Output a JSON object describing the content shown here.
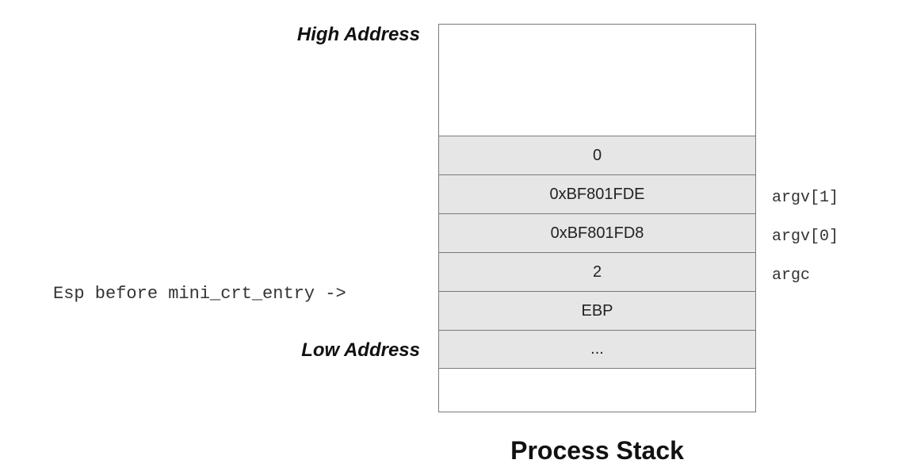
{
  "labels": {
    "high_address": "High Address",
    "low_address": "Low Address",
    "esp_pointer": "Esp before mini_crt_entry ->"
  },
  "stack": {
    "cells": [
      {
        "value": "0",
        "side_label": ""
      },
      {
        "value": "0xBF801FDE",
        "side_label": "argv[1]"
      },
      {
        "value": "0xBF801FD8",
        "side_label": "argv[0]"
      },
      {
        "value": "2",
        "side_label": "argc"
      },
      {
        "value": "EBP",
        "side_label": ""
      },
      {
        "value": "...",
        "side_label": ""
      }
    ]
  },
  "caption": "Process Stack",
  "colors": {
    "cell_fill": "#e6e6e6",
    "border": "#7a7a7a",
    "background": "#ffffff"
  }
}
